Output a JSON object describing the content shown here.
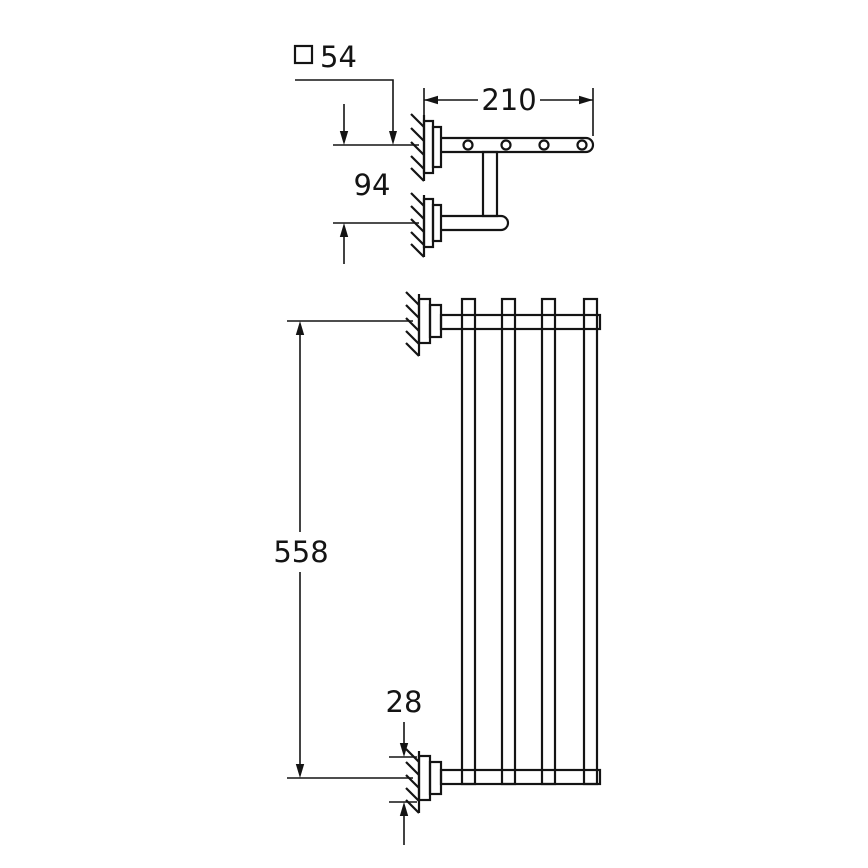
{
  "drawing": {
    "background": "#ffffff",
    "line_color": "#141414",
    "dimensions": {
      "flange_square": "54",
      "depth": "210",
      "bracket_spacing": "94",
      "length": "558",
      "bottom_offset": "28"
    }
  }
}
